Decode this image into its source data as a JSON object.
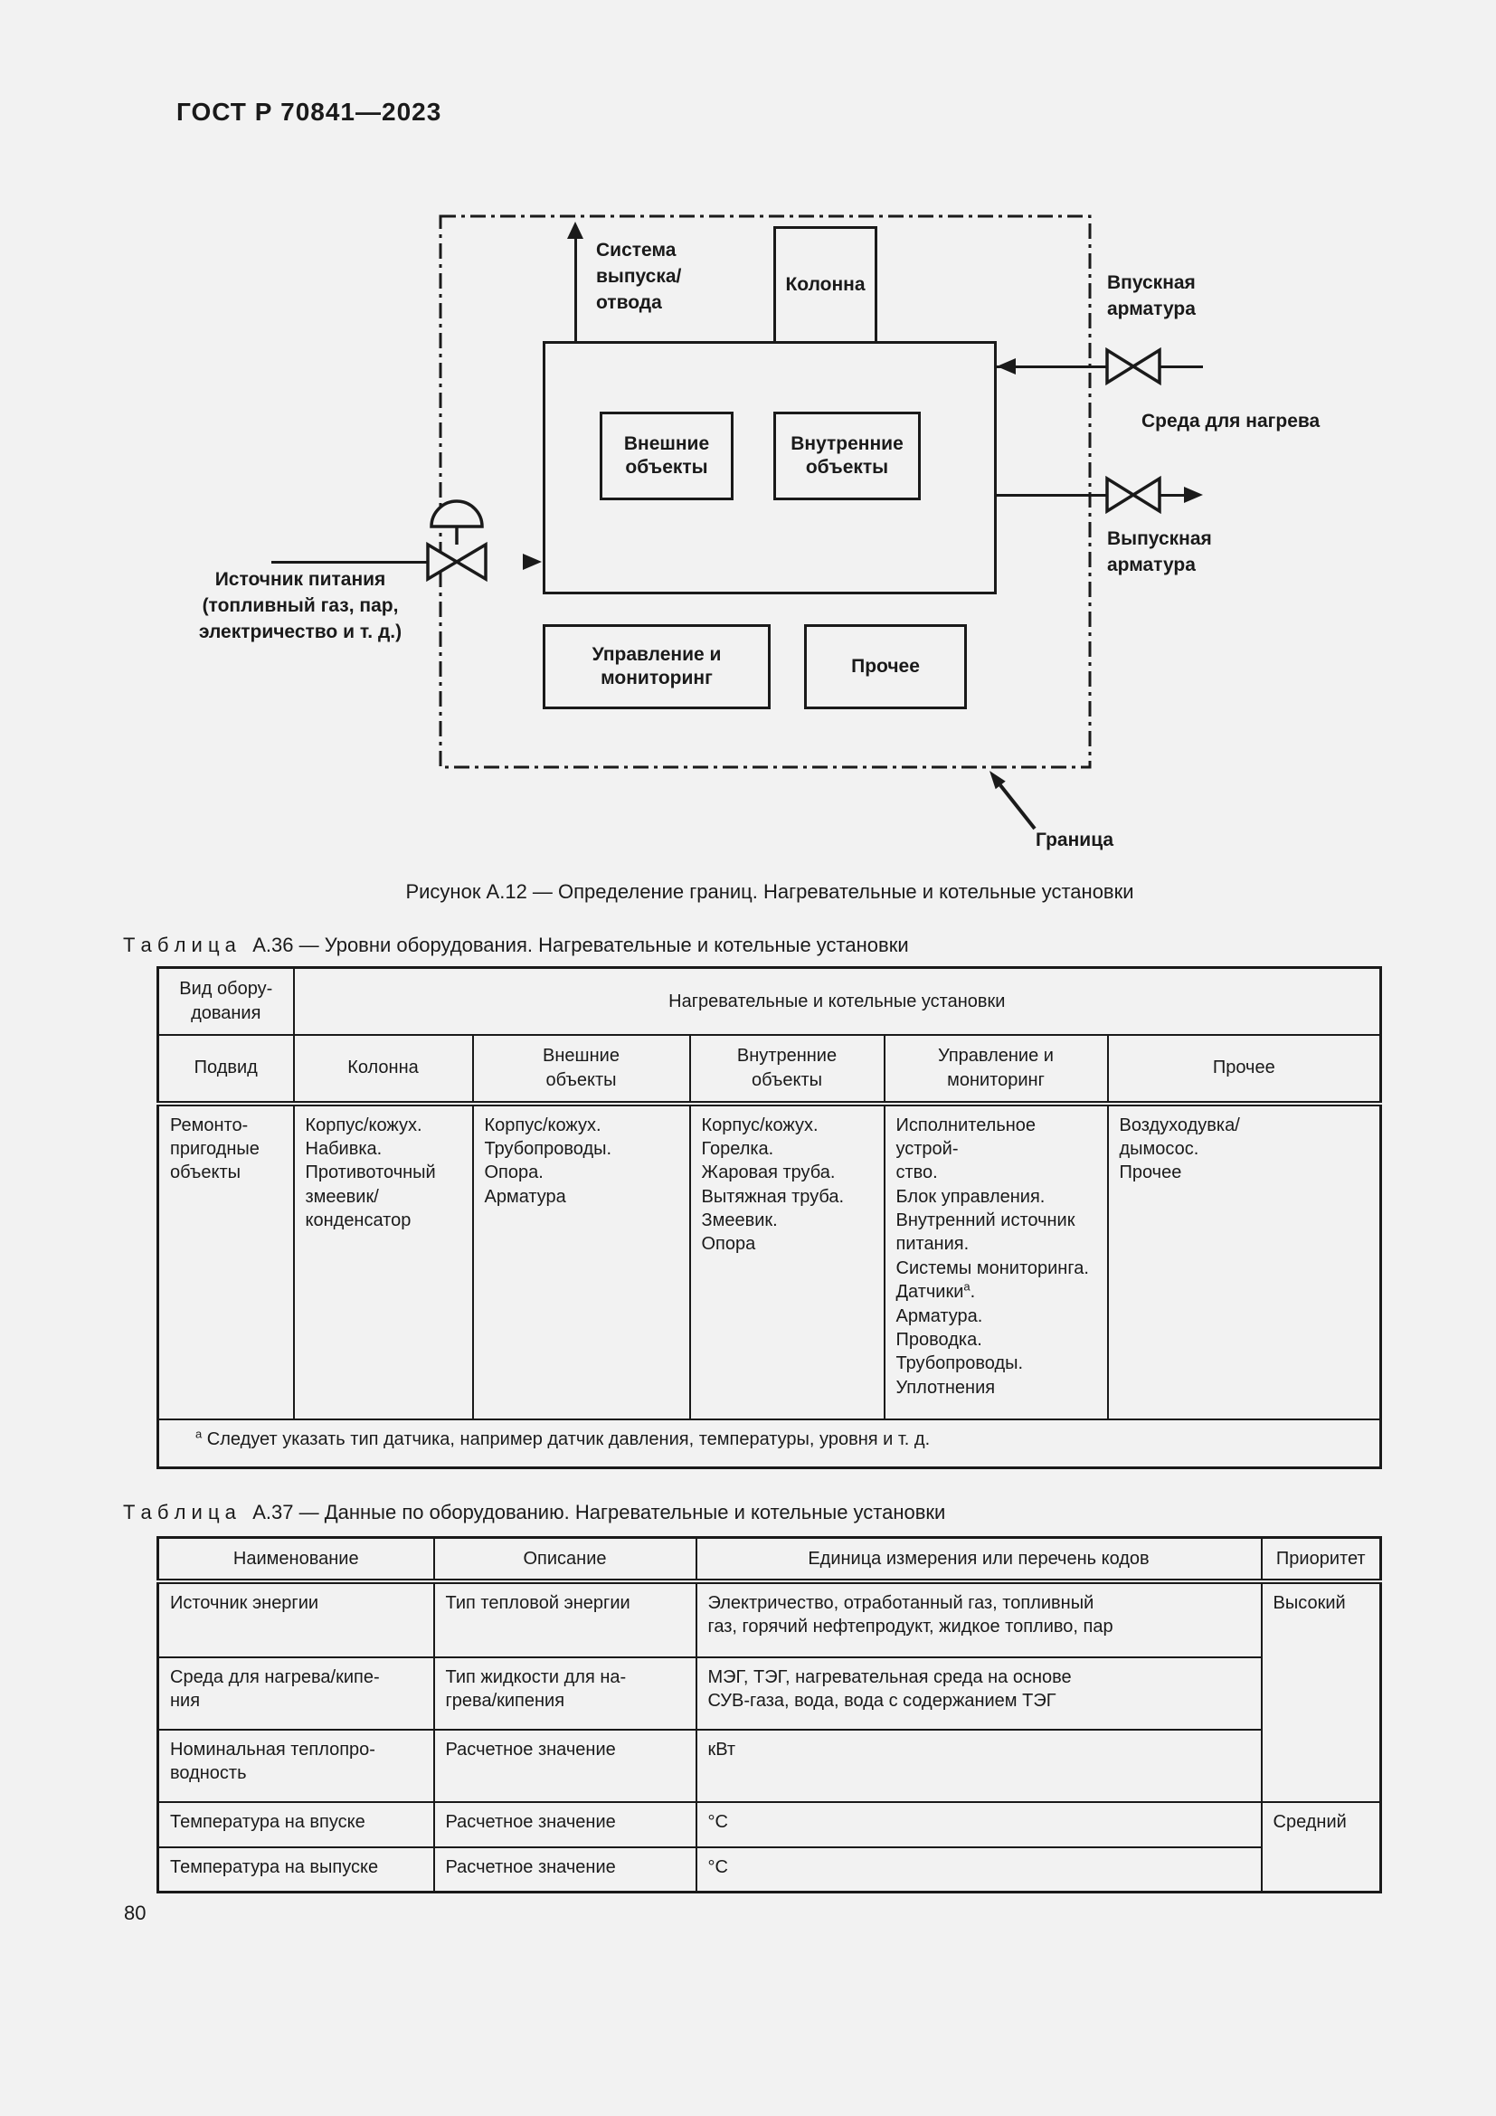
{
  "colors": {
    "background": "#f2f2f2",
    "ink": "#1a1a1a"
  },
  "page": {
    "standard_code": "ГОСТ Р 70841—2023",
    "page_number": "80"
  },
  "figure": {
    "caption": "Рисунок А.12 — Определение границ. Нагревательные и котельные установки",
    "boxes": {
      "column": "Колонна",
      "external": "Внешние\nобъекты",
      "internal": "Внутренние\nобъекты",
      "control": "Управление и\nмониторинг",
      "other": "Прочее"
    },
    "labels": {
      "exhaust": "Система\nвыпуска/\nотвода",
      "inlet": "Впускная\nарматура",
      "medium": "Среда для нагрева",
      "outlet": "Выпускная\nарматура",
      "source": "Источник питания\n(топливный газ, пар,\nэлектричество и т. д.)",
      "boundary": "Граница"
    }
  },
  "table_a36": {
    "caption": "Т а б л и ц а   А.36 — Уровни оборудования. Нагревательные и котельные установки",
    "header_col1": "Вид обору-\nдования",
    "header_span": "Нагревательные и котельные установки",
    "subheaders": [
      "Подвид",
      "Колонна",
      "Внешние\nобъекты",
      "Внутренние\nобъекты",
      "Управление и мониторинг",
      "Прочее"
    ],
    "row_label": "Ремонто-\nпригодные\nобъекты",
    "row_cells": [
      "Корпус/кожух.\nНабивка.\nПротивоточный\nзмеевик/\nконденсатор",
      "Корпус/кожух.\nТрубопроводы.\nОпора.\nАрматура",
      "Корпус/кожух.\nГорелка.\nЖаровая труба.\nВытяжная труба.\nЗмеевик.\nОпора",
      "Исполнительное устрой-\nство.\nБлок управления.\nВнутренний источник\nпитания.\nСистемы мониторинга.\nДатчики^а.\nАрматура.\nПроводка.\nТрубопроводы.\nУплотнения",
      "Воздуходувка/\nдымосос.\nПрочее"
    ],
    "footnote": "^а Следует указать тип датчика, например датчик давления, температуры, уровня и т. д."
  },
  "table_a37": {
    "caption": "Т а б л и ц а   А.37 — Данные по оборудованию. Нагревательные и котельные установки",
    "headers": [
      "Наименование",
      "Описание",
      "Единица измерения или перечень кодов",
      "Приоритет"
    ],
    "rows": [
      {
        "name": "Источник энергии",
        "description": "Тип тепловой энергии",
        "unit": "Электричество, отработанный газ, топливный\nгаз, горячий нефтепродукт, жидкое топливо, пар",
        "priority": "Высокий"
      },
      {
        "name": "Среда для нагрева/кипе-\nния",
        "description": "Тип жидкости для на-\nгрева/кипения",
        "unit": "МЭГ, ТЭГ, нагревательная среда на основе\nСУВ-газа, вода, вода с содержанием ТЭГ"
      },
      {
        "name": "Номинальная теплопро-\nводность",
        "description": "Расчетное значение",
        "unit": "кВт"
      },
      {
        "name": "Температура на впуске",
        "description": "Расчетное значение",
        "unit": "°С",
        "priority": "Средний"
      },
      {
        "name": "Температура на выпуске",
        "description": "Расчетное значение",
        "unit": "°С"
      }
    ]
  }
}
